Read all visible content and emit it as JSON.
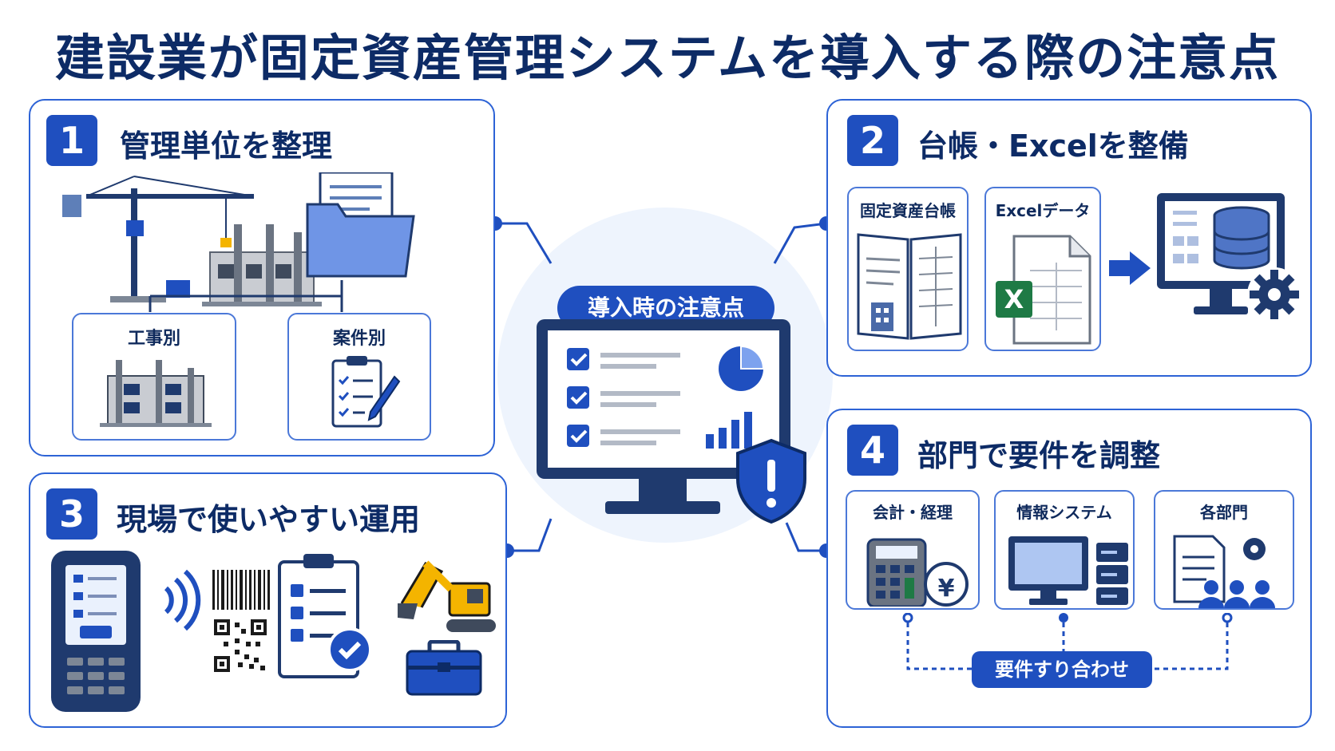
{
  "title": "建設業が固定資産管理システムを導入する際の注意点",
  "center": {
    "label": "導入時の注意点",
    "icons": [
      "monitor-checklist-icon",
      "pie-chart-icon",
      "bar-chart-icon",
      "shield-alert-icon"
    ]
  },
  "panel1": {
    "number": "1",
    "title": "管理単位を整理",
    "items": [
      {
        "label": "工事別",
        "icon": "building-icon"
      },
      {
        "label": "案件別",
        "icon": "clipboard-pen-icon"
      }
    ],
    "icons": [
      "crane-icon",
      "construction-site-icon",
      "folder-icon"
    ]
  },
  "panel2": {
    "number": "2",
    "title": "台帳・Excelを整備",
    "items": [
      {
        "label": "固定資産台帳",
        "icon": "ledger-book-icon"
      },
      {
        "label": "Excelデータ",
        "icon": "excel-file-icon"
      }
    ],
    "excel_letter": "X",
    "icons": [
      "arrow-right-icon",
      "database-monitor-icon",
      "gear-icon"
    ]
  },
  "panel3": {
    "number": "3",
    "title": "現場で使いやすい運用",
    "icons": [
      "handheld-scanner-icon",
      "wireless-signal-icon",
      "barcode-icon",
      "qr-code-icon",
      "checklist-icon",
      "excavator-icon",
      "toolbox-icon"
    ]
  },
  "panel4": {
    "number": "4",
    "title": "部門で要件を調整",
    "items": [
      {
        "label": "会計・経理",
        "icon": "calculator-yen-icon"
      },
      {
        "label": "情報システム",
        "icon": "computer-server-icon"
      },
      {
        "label": "各部門",
        "icon": "document-team-icon"
      }
    ],
    "yen": "¥",
    "coordination": "要件すり合わせ"
  },
  "colors": {
    "primary": "#1f4fbf",
    "dark": "#0d2b66",
    "light": "#eaf1fd",
    "accent": "#f4b400",
    "excel": "#1e7a45"
  }
}
